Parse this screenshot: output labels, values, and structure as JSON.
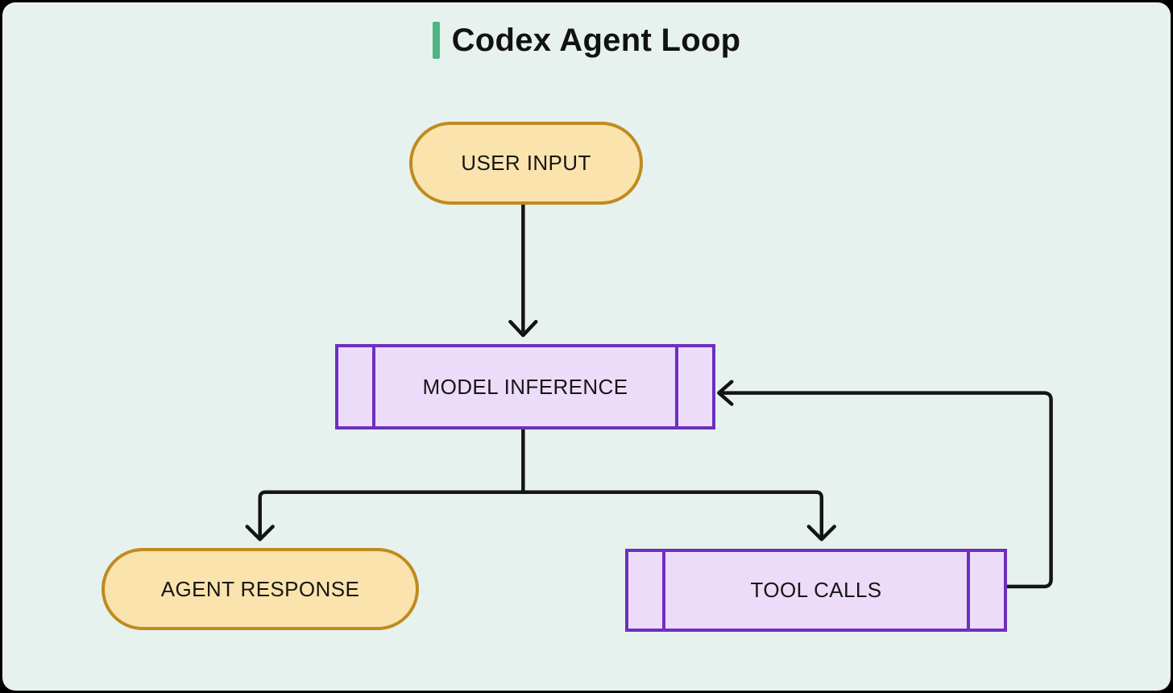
{
  "title": "Codex Agent Loop",
  "theme": {
    "outer_background": "#000000",
    "background": "#e7f2ee",
    "title_accent_green": "#4db583",
    "title_text": "#121212",
    "terminal_fill": "#fbe3ae",
    "terminal_border": "#bf8b1f",
    "subroutine_fill": "#ecdcf9",
    "subroutine_border": "#6e2fbe",
    "arrow_color": "#141414",
    "node_text": "#161616"
  },
  "diagram": {
    "type": "flowchart",
    "nodes": [
      {
        "id": "user-input",
        "label": "USER INPUT",
        "shape": "stadium"
      },
      {
        "id": "model-inference",
        "label": "MODEL INFERENCE",
        "shape": "subroutine"
      },
      {
        "id": "agent-response",
        "label": "AGENT RESPONSE",
        "shape": "stadium"
      },
      {
        "id": "tool-calls",
        "label": "TOOL CALLS",
        "shape": "subroutine"
      }
    ],
    "edges": [
      {
        "from": "user-input",
        "to": "model-inference"
      },
      {
        "from": "model-inference",
        "to": "agent-response"
      },
      {
        "from": "model-inference",
        "to": "tool-calls"
      },
      {
        "from": "tool-calls",
        "to": "model-inference",
        "note": "loop back"
      }
    ]
  }
}
